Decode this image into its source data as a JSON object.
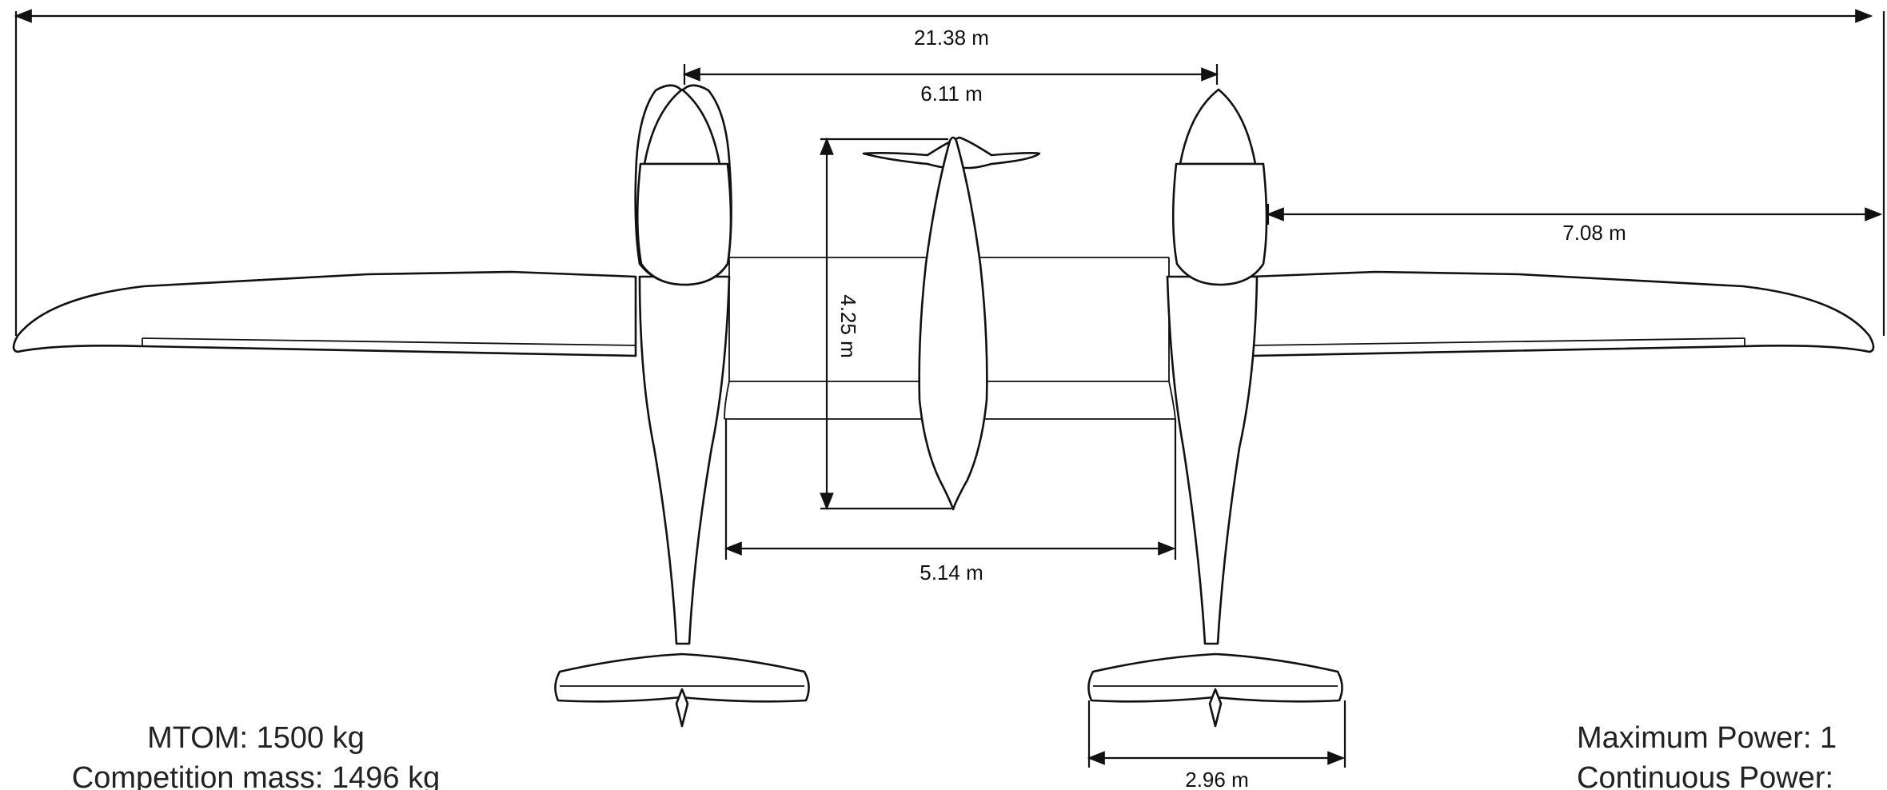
{
  "dimensions": {
    "span_total": "21.38 m",
    "nacelle_spacing": "6.11 m",
    "outer_wing": "7.08 m",
    "center_length": "4.25 m",
    "inner_span": "5.14 m",
    "tail_span": "2.96 m"
  },
  "specs": {
    "left": [
      "MTOM: 1500 kg",
      "Competition mass: 1496 kg"
    ],
    "right": [
      "Maximum Power: 1",
      "Continuous Power:"
    ]
  },
  "colors": {
    "line": "#111111",
    "background": "#ffffff"
  }
}
